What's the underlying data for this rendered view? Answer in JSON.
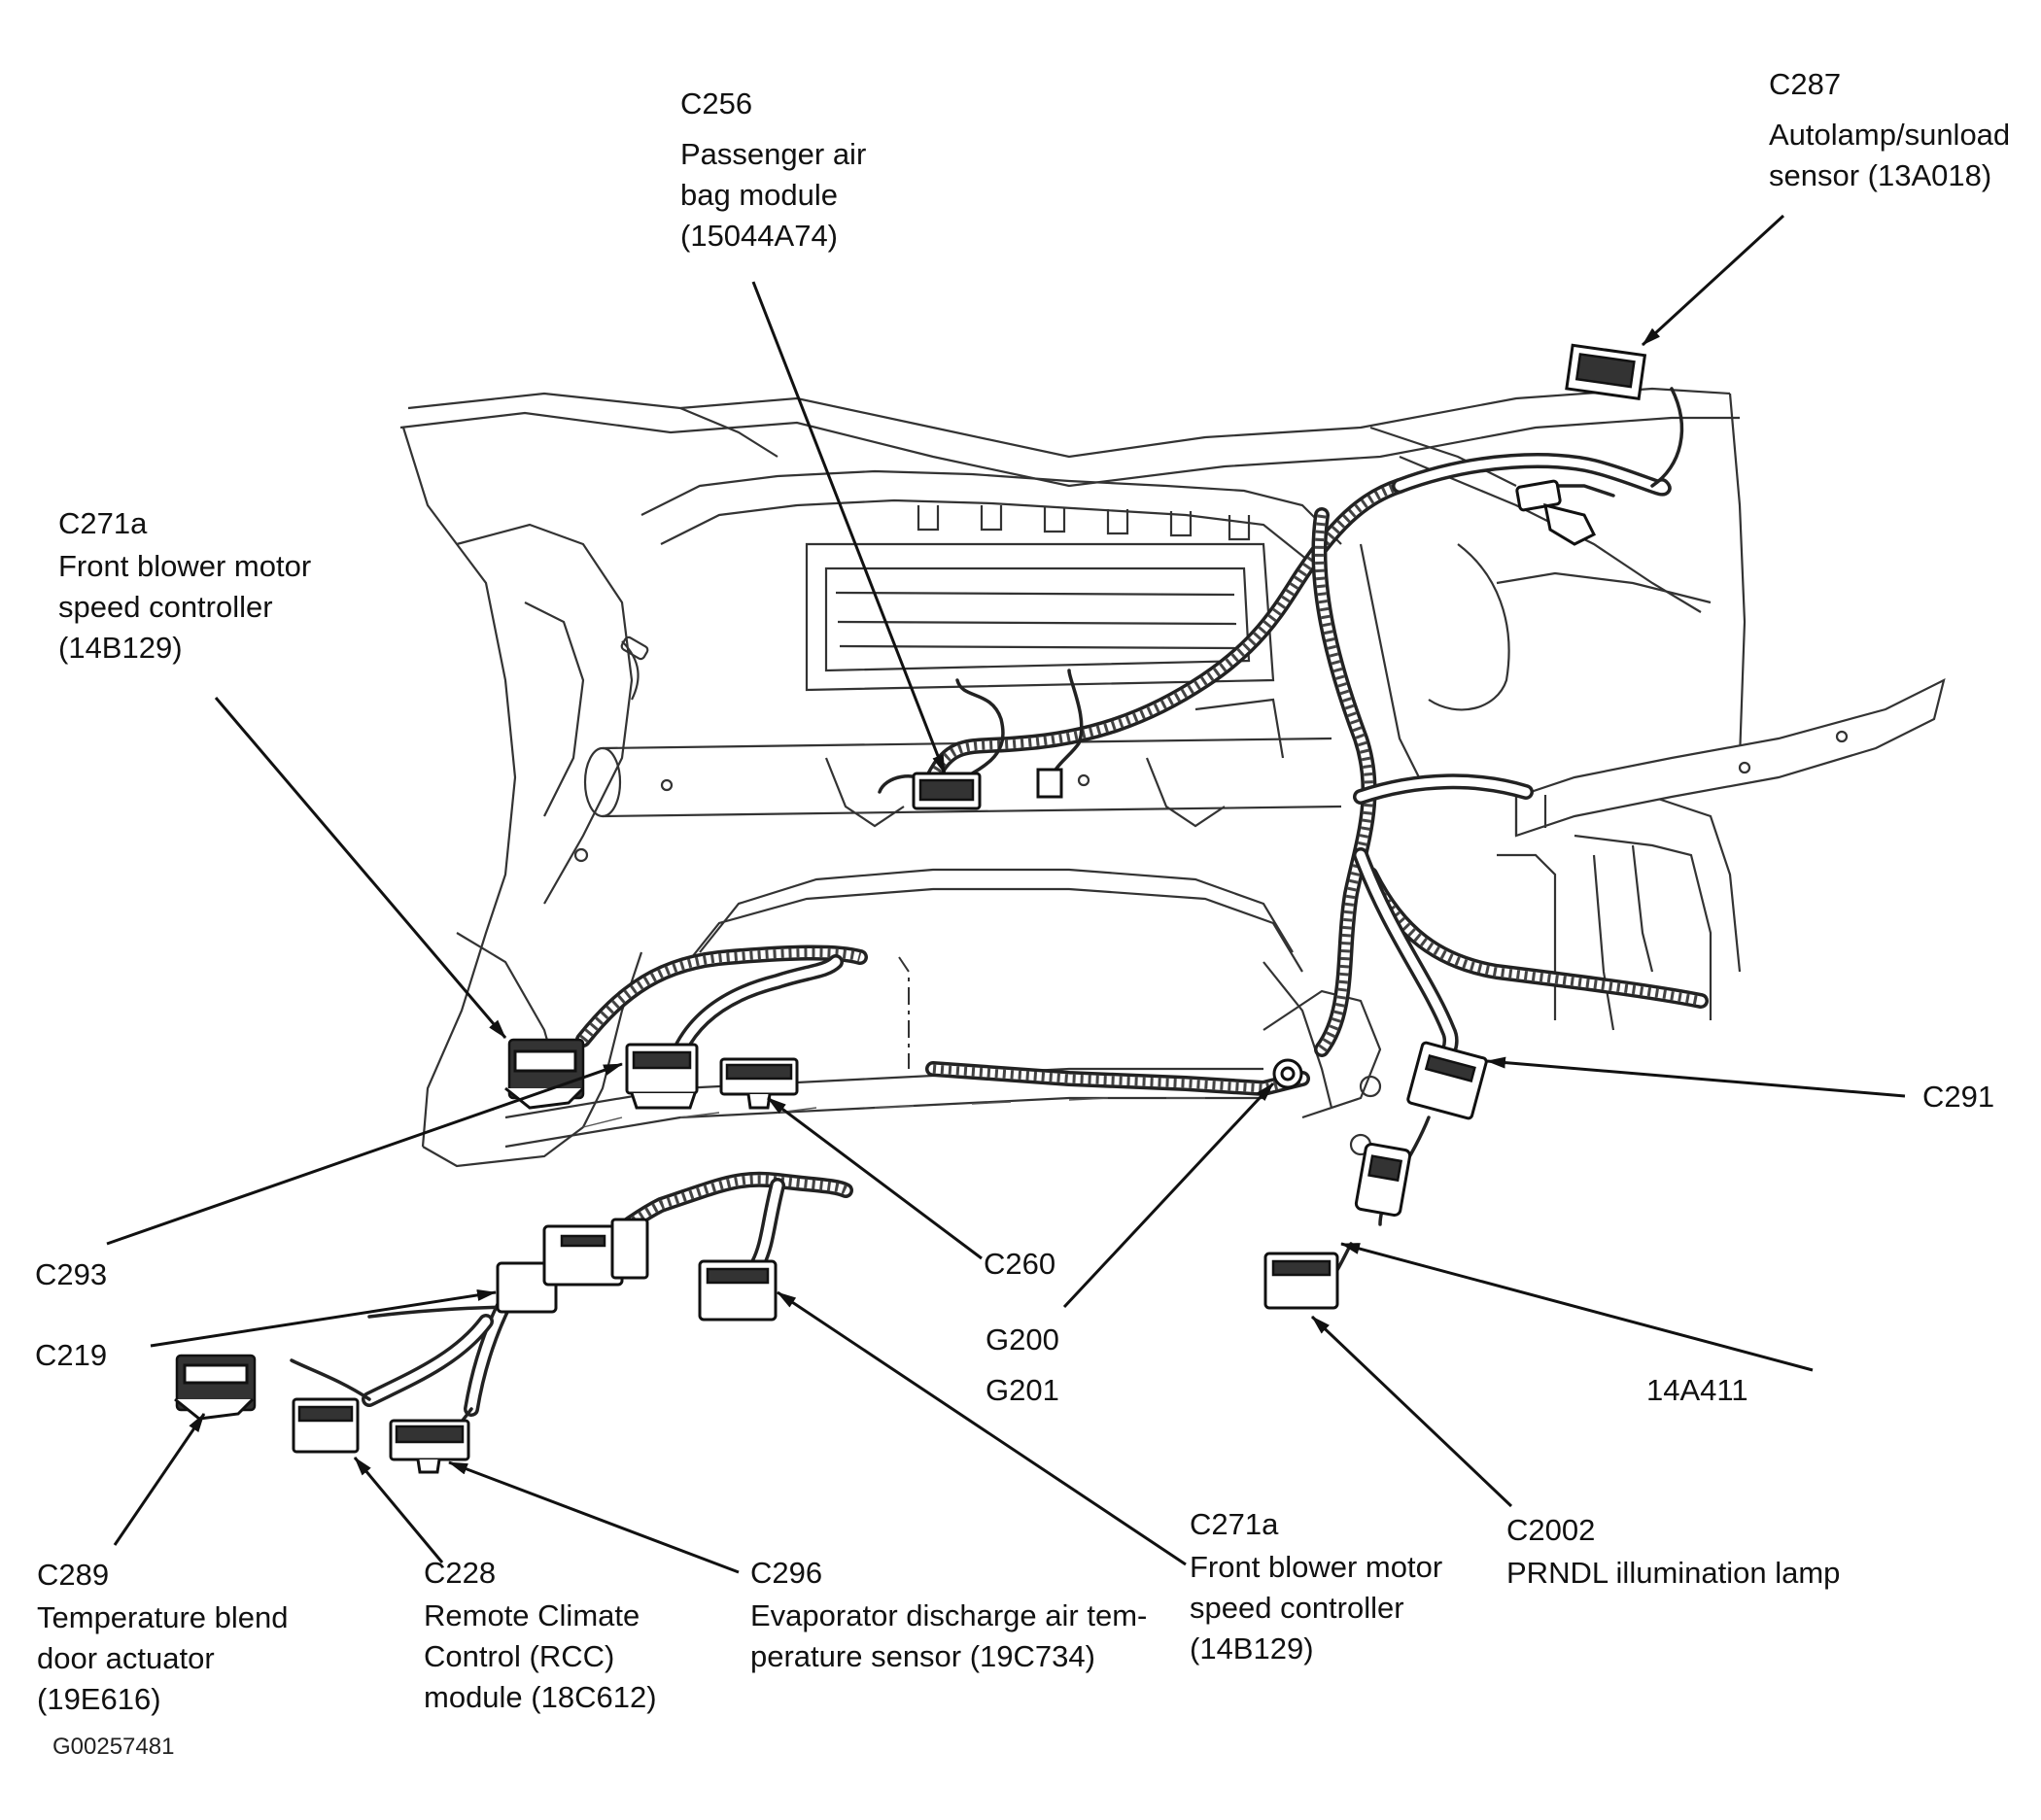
{
  "labels": {
    "c256": {
      "code": "C256",
      "desc": [
        "Passenger air",
        "bag module",
        "(15044A74)"
      ]
    },
    "c287": {
      "code": "C287",
      "desc": [
        "Autolamp/sunload",
        "sensor (13A018)"
      ]
    },
    "c271a_left": {
      "code": "C271a",
      "desc": [
        "Front blower motor",
        "speed controller",
        "(14B129)"
      ]
    },
    "c291": {
      "code": "C291"
    },
    "c293": {
      "code": "C293"
    },
    "c260": {
      "code": "C260"
    },
    "c219": {
      "code": "C219"
    },
    "g200": {
      "code": "G200"
    },
    "g201": {
      "code": "G201"
    },
    "a14a411": {
      "code": "14A411"
    },
    "c289": {
      "code": "C289",
      "desc": [
        "Temperature blend",
        "door actuator",
        "(19E616)"
      ]
    },
    "c228": {
      "code": "C228",
      "desc": [
        "Remote Climate",
        "Control (RCC)",
        "module (18C612)"
      ]
    },
    "c296": {
      "code": "C296",
      "desc": [
        "Evaporator discharge air tem-",
        "perature sensor (19C734)"
      ]
    },
    "c271a_bottom": {
      "code": "C271a",
      "desc": [
        "Front blower motor",
        "speed controller",
        "(14B129)"
      ]
    },
    "c2002": {
      "code": "C2002",
      "desc": [
        "PRNDL illumination lamp"
      ]
    }
  },
  "figure_id": "G00257481",
  "icons": {
    "connector": "connector-icon",
    "harness": "wiring-harness-icon",
    "arrow": "arrowhead-icon"
  }
}
